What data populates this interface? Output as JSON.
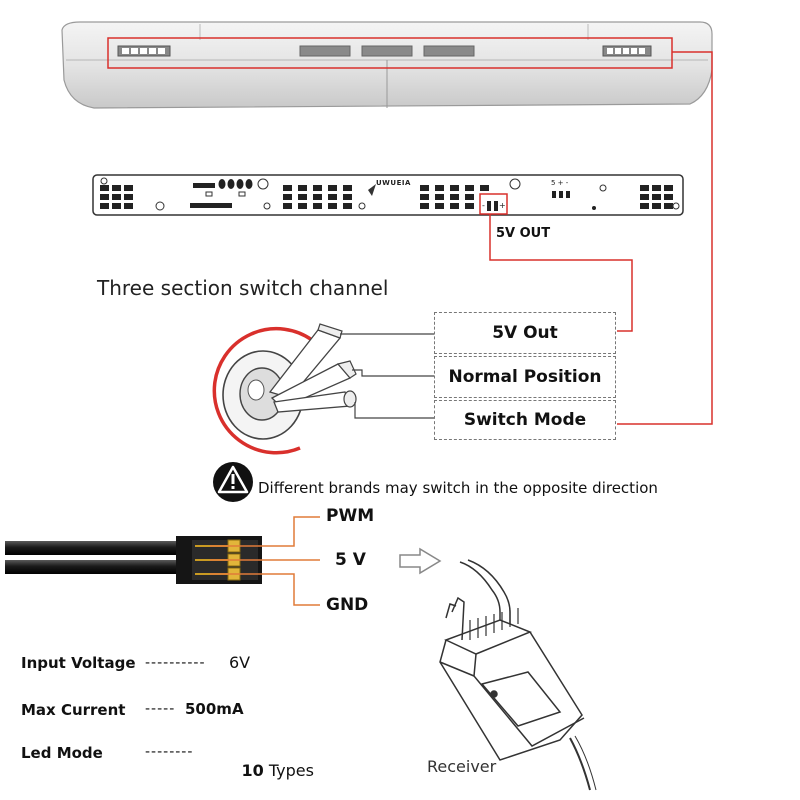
{
  "board": {
    "out_label": "5V OUT",
    "pin_label": "5 + -",
    "brand": "UWUEIA"
  },
  "switch_channel": {
    "title": "Three section switch channel",
    "positions": [
      "5V Out",
      "Normal Position",
      "Switch Mode"
    ]
  },
  "warning": {
    "text": "Different brands may switch in the opposite direction"
  },
  "connector": {
    "wires": [
      "PWM",
      "5 V",
      "GND"
    ]
  },
  "specs": [
    {
      "label": "Input Voltage",
      "dashes": "----------",
      "value_bold": "",
      "value": "6V"
    },
    {
      "label": "Max Current",
      "dashes": "-----",
      "value_bold": "500mA",
      "value": ""
    },
    {
      "label": "Led Mode",
      "dashes": "--------",
      "value_bold": "10",
      "value": " Types"
    }
  ],
  "receiver": {
    "label": "Receiver"
  },
  "colors": {
    "callout_red": "#d9302c",
    "wire_orange": "#e07b39",
    "pin_gold": "#e2b53a"
  }
}
